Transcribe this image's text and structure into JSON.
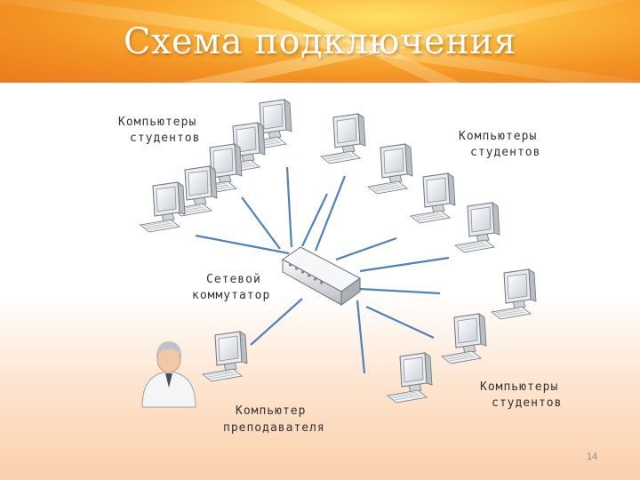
{
  "slide": {
    "title": "Схема подключения",
    "page_number": "14"
  },
  "labels": {
    "students_top_left": [
      "Компьютеры",
      "студентов"
    ],
    "students_top_right": [
      "Компьютеры",
      "студентов"
    ],
    "students_bottom_right": [
      "Компьютеры",
      "студентов"
    ],
    "switch": [
      "Сетевой",
      "коммутатор"
    ],
    "teacher": [
      "Компьютер",
      "преподавателя"
    ]
  },
  "colors": {
    "link": "#4f81bd",
    "header": "#f39324"
  },
  "icons": [
    "computer-icon",
    "network-switch-icon",
    "teacher-avatar-icon"
  ]
}
